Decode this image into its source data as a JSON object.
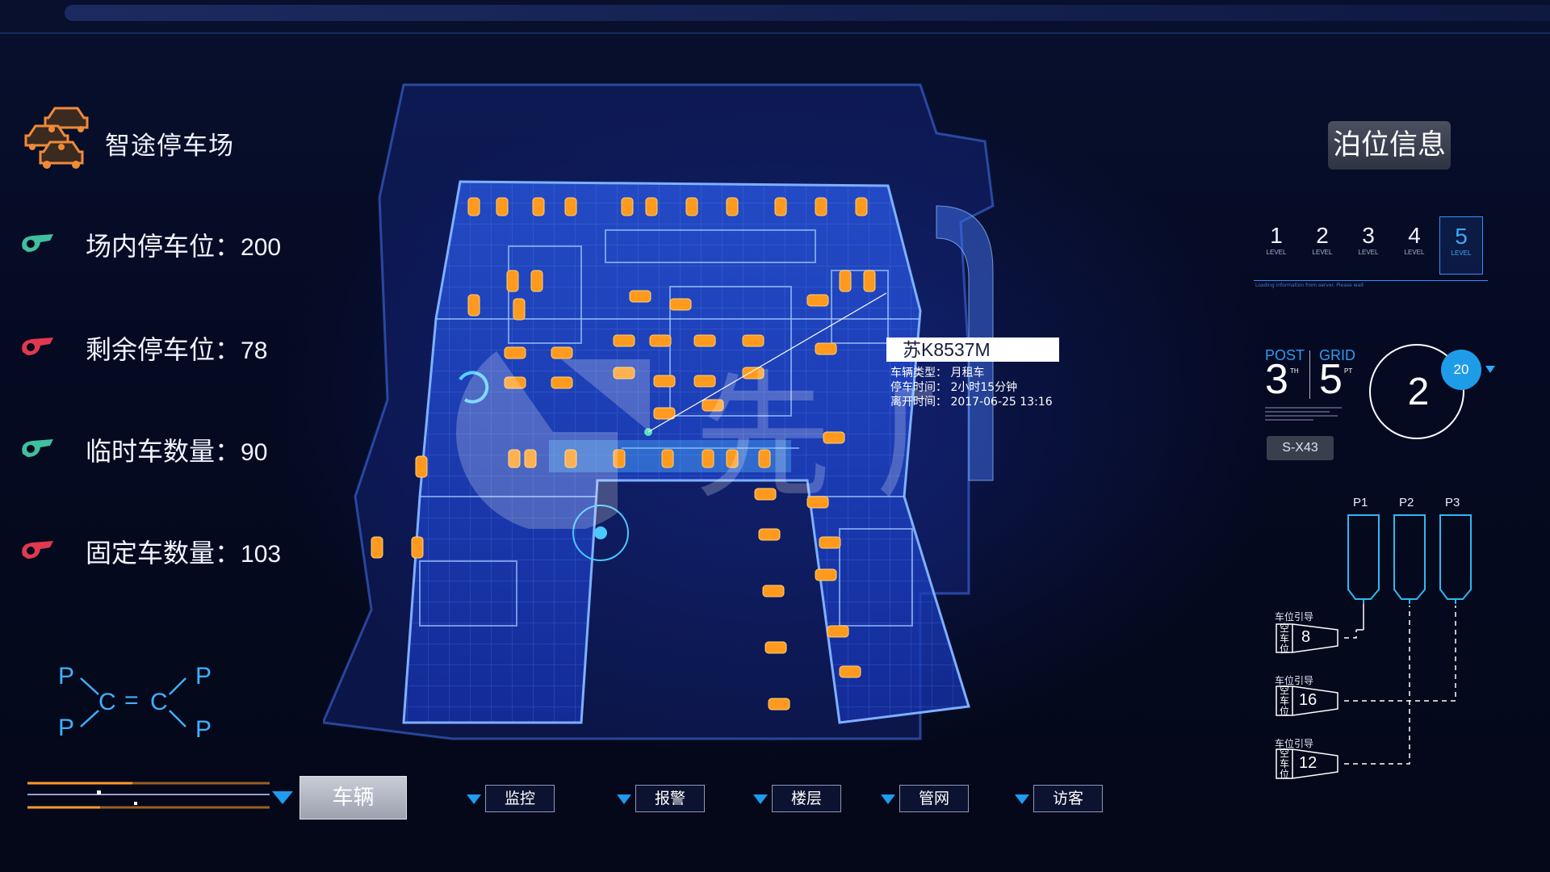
{
  "app": {
    "title": "智途停车场"
  },
  "stats": [
    {
      "label": "场内停车位：",
      "value": "200",
      "pin_color": "#3fbf9f"
    },
    {
      "label": "剩余停车位：",
      "value": "78",
      "pin_color": "#e0394f"
    },
    {
      "label": "临时车数量：",
      "value": "90",
      "pin_color": "#3fbf9f"
    },
    {
      "label": "固定车数量：",
      "value": "103",
      "pin_color": "#e0394f"
    }
  ],
  "molecule": {
    "p1": "P",
    "p2": "P",
    "p3": "P",
    "p4": "P",
    "c1": "C",
    "c2": "C",
    "bond": "="
  },
  "nav": {
    "main": "车辆",
    "items": [
      "监控",
      "报警",
      "楼层",
      "管网",
      "访客"
    ]
  },
  "vehicle_popup": {
    "plate": "苏K8537M",
    "type": "车辆类型：  月租车",
    "park_time": "停车时间：  2小时15分钟",
    "leave_time": "离开时间：  2017-06-25  13:16"
  },
  "berth": {
    "title": "泊位信息",
    "levels": [
      {
        "num": "1",
        "label": "LEVEL"
      },
      {
        "num": "2",
        "label": "LEVEL"
      },
      {
        "num": "3",
        "label": "LEVEL"
      },
      {
        "num": "4",
        "label": "LEVEL"
      },
      {
        "num": "5",
        "label": "LEVEL"
      }
    ],
    "active_level": "5",
    "level_note": "Loading information from server. Please wait",
    "post_label": "POST",
    "post_value": "3",
    "post_sup": "TH",
    "grid_label": "GRID",
    "grid_value": "5",
    "grid_sup": "PT",
    "code": "S-X43",
    "dial_value": "2",
    "dial_badge": "20",
    "ports": [
      "P1",
      "P2",
      "P3"
    ],
    "guides": [
      {
        "title": "车位引导",
        "side": "空车位",
        "count": "8"
      },
      {
        "title": "车位引导",
        "side": "空车位",
        "count": "16"
      },
      {
        "title": "车位引导",
        "side": "空车位",
        "count": "12"
      }
    ]
  },
  "colors": {
    "accent": "#1e9cf0",
    "highlight": "#3ea8ff",
    "car": "#ff9a1f",
    "floor": "#1a3ec8"
  }
}
